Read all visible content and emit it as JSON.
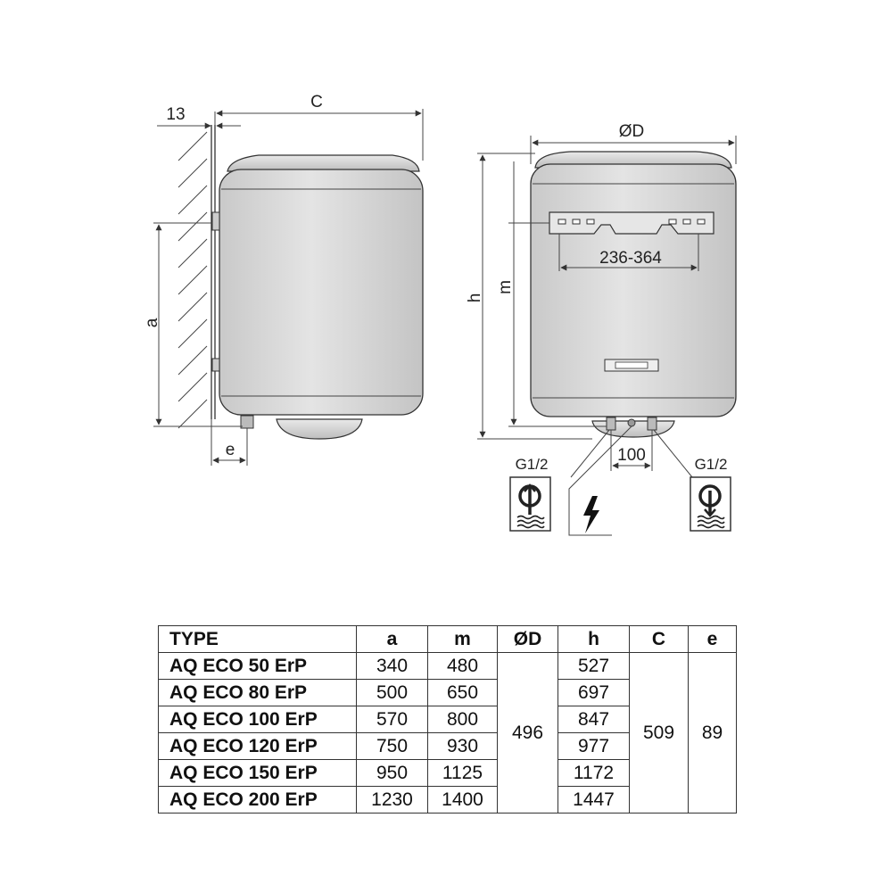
{
  "diagram": {
    "labels": {
      "wall_gap": "13",
      "depth": "C",
      "diameter": "ØD",
      "height": "h",
      "mount_height": "m",
      "bracket_span": "236-364",
      "bracket_height": "a",
      "pipe_offset": "e",
      "pipe_spacing": "100",
      "inlet_thread": "G1/2",
      "outlet_thread": "G1/2"
    },
    "icons": {
      "inlet": "cold-water-inlet-icon",
      "outlet": "hot-water-outlet-icon",
      "electric": "electric-supply-icon"
    },
    "colors": {
      "tank_fill": "#d9d9d9",
      "tank_shade": "#cfcfcf",
      "lines": "#333333"
    }
  },
  "table": {
    "headers": [
      "TYPE",
      "a",
      "m",
      "ØD",
      "h",
      "C",
      "e"
    ],
    "rows": [
      {
        "type": "AQ ECO 50 ErP",
        "a": "340",
        "m": "480",
        "h": "527"
      },
      {
        "type": "AQ ECO 80 ErP",
        "a": "500",
        "m": "650",
        "h": "697"
      },
      {
        "type": "AQ ECO 100 ErP",
        "a": "570",
        "m": "800",
        "h": "847"
      },
      {
        "type": "AQ ECO 120 ErP",
        "a": "750",
        "m": "930",
        "h": "977"
      },
      {
        "type": "AQ ECO 150 ErP",
        "a": "950",
        "m": "1125",
        "h": "1172"
      },
      {
        "type": "AQ ECO 200 ErP",
        "a": "1230",
        "m": "1400",
        "h": "1447"
      }
    ],
    "shared": {
      "D": "496",
      "C": "509",
      "e": "89"
    }
  }
}
